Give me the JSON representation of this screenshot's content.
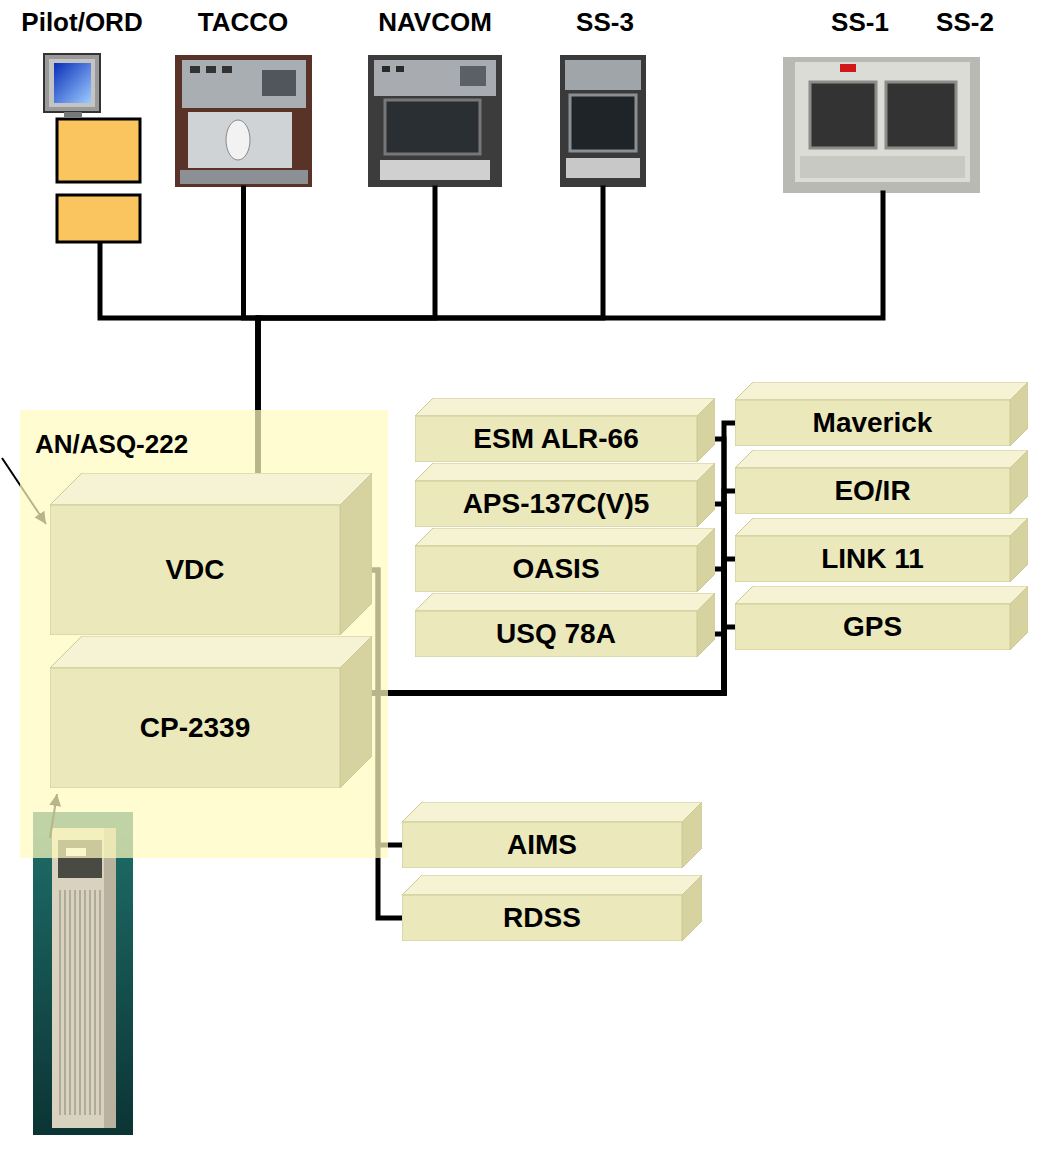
{
  "diagram": {
    "nodes": [
      {
        "text": [
          "Pilot/ORD"
        ]
      },
      {
        "text": [
          "TACCO"
        ]
      },
      {
        "text": [
          "NAVCOM"
        ]
      },
      {
        "text": [
          "SS-3"
        ]
      },
      {
        "text": [
          "SS-1",
          "SS-2"
        ]
      },
      {
        "text": [
          "AN/ASQ-222"
        ]
      },
      {
        "text": [
          "VDC"
        ],
        "in": 5
      },
      {
        "text": [
          "CP-2339"
        ],
        "in": 5
      },
      {
        "text": [
          "ESM ALR-66"
        ]
      },
      {
        "text": [
          "APS-137C(V)5"
        ]
      },
      {
        "text": [
          "OASIS"
        ]
      },
      {
        "text": [
          "USQ 78A"
        ]
      },
      {
        "text": [
          "Maverick"
        ]
      },
      {
        "text": [
          "EO/IR"
        ]
      },
      {
        "text": [
          "LINK 11"
        ]
      },
      {
        "text": [
          "GPS"
        ]
      },
      {
        "text": [
          "AIMS"
        ]
      },
      {
        "text": [
          "RDSS"
        ]
      }
    ],
    "edges": [
      {
        "from": 0,
        "to": 6,
        "arrow": "none"
      },
      {
        "from": 1,
        "to": 6,
        "arrow": "none"
      },
      {
        "from": 2,
        "to": 6,
        "arrow": "none"
      },
      {
        "from": 3,
        "to": 6,
        "arrow": "none"
      },
      {
        "from": 4,
        "to": 6,
        "arrow": "none"
      },
      {
        "from": 6,
        "to": 16,
        "arrow": "none"
      },
      {
        "from": 6,
        "to": 17,
        "arrow": "none"
      },
      {
        "from": 7,
        "to": 8,
        "arrow": "none"
      },
      {
        "from": 7,
        "to": 9,
        "arrow": "none"
      },
      {
        "from": 7,
        "to": 10,
        "arrow": "none"
      },
      {
        "from": 7,
        "to": 11,
        "arrow": "none"
      },
      {
        "from": 7,
        "to": 12,
        "arrow": "none"
      },
      {
        "from": 7,
        "to": 13,
        "arrow": "none"
      },
      {
        "from": 7,
        "to": 14,
        "arrow": "none"
      },
      {
        "from": 7,
        "to": 15,
        "arrow": "none"
      }
    ]
  }
}
